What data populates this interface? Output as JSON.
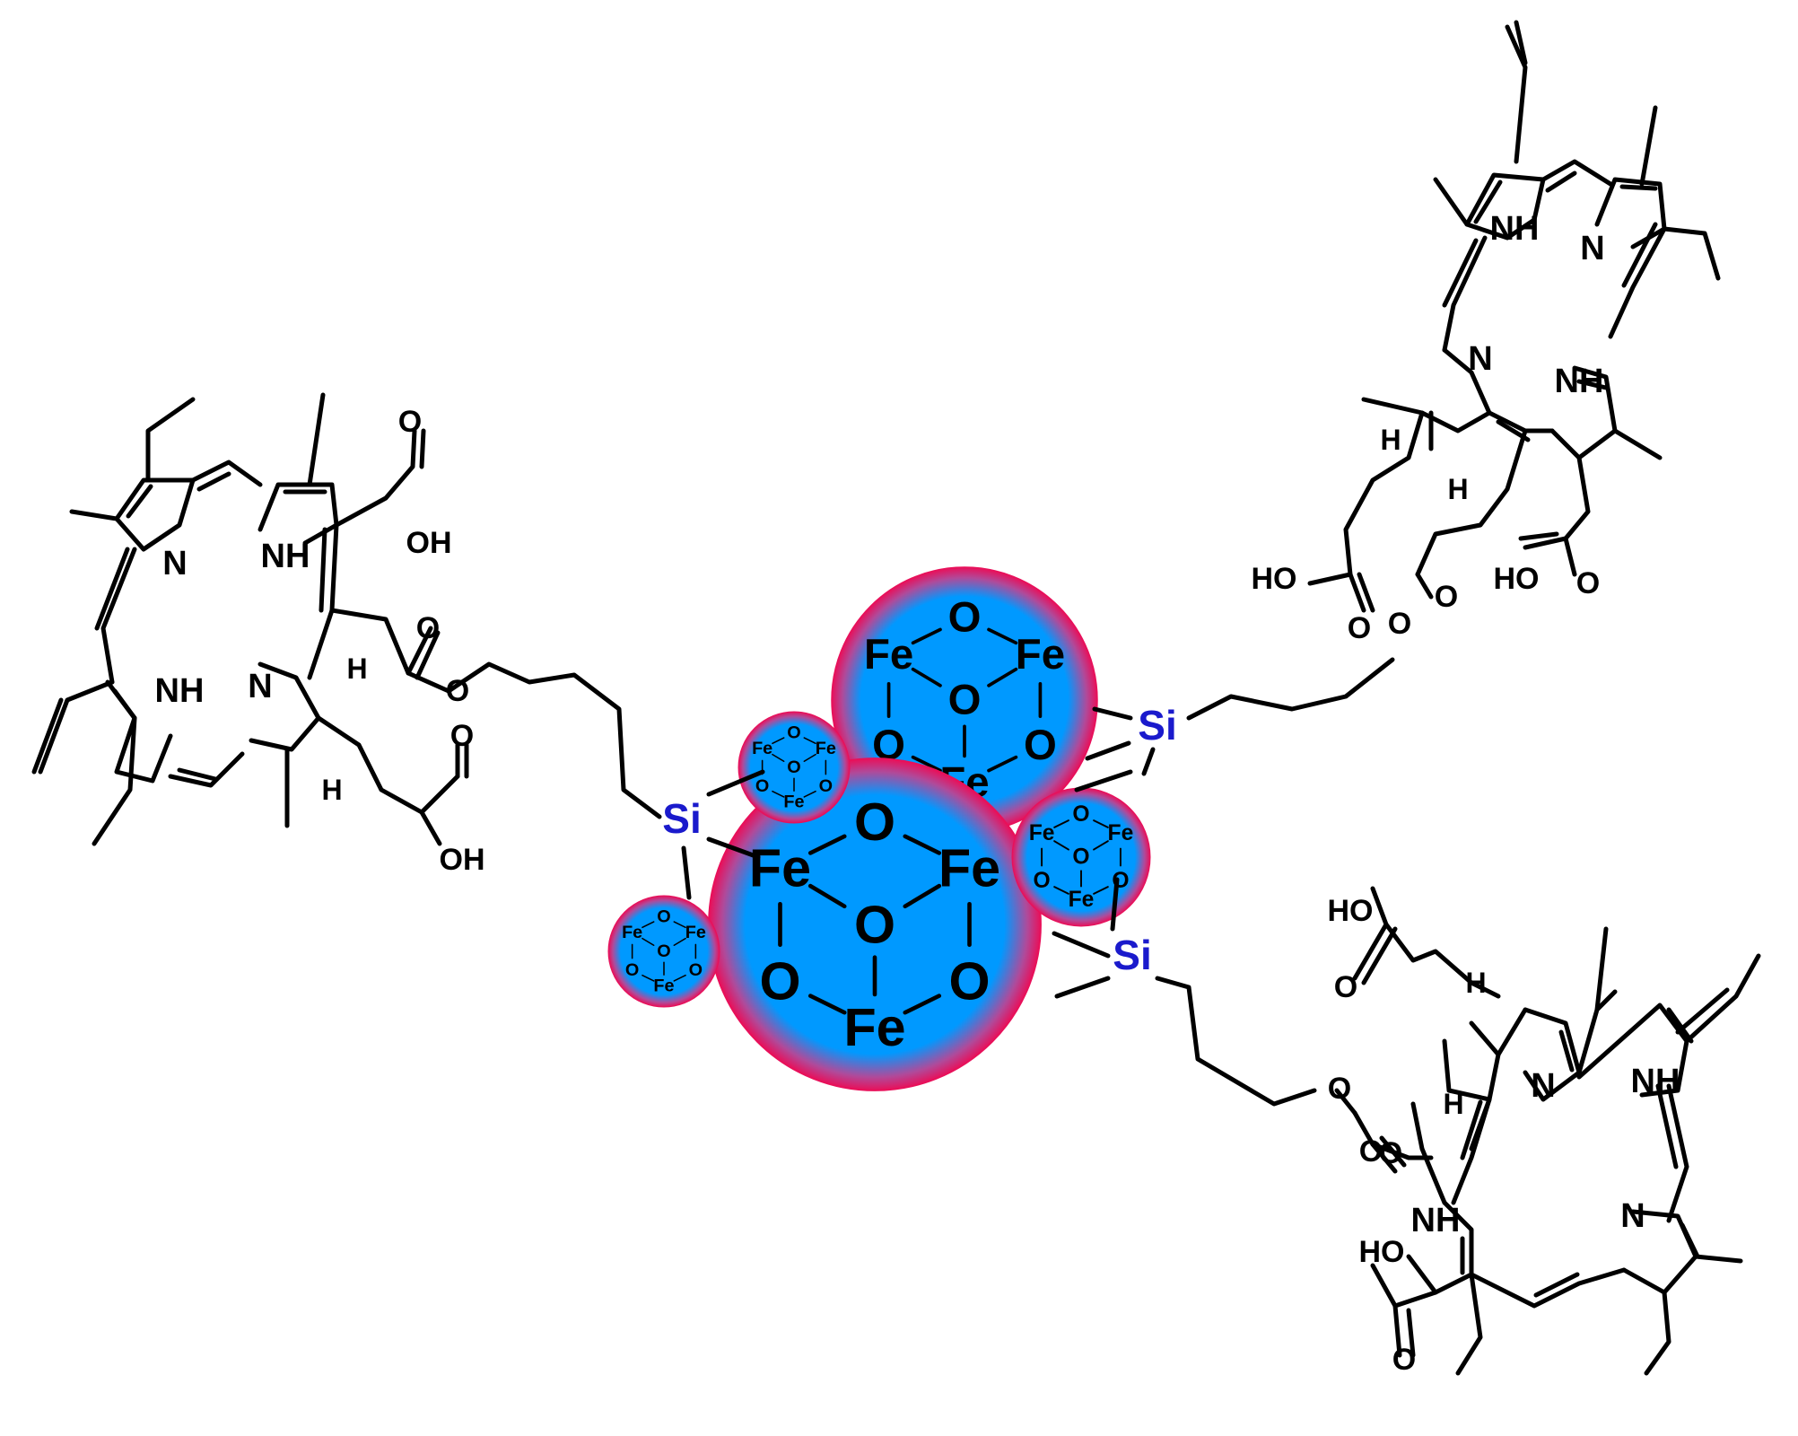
{
  "colors": {
    "bond": "#000000",
    "silicon": "#1a1acc",
    "cluster_core": "#0099ff",
    "cluster_rim": "#e8105a"
  },
  "labels": {
    "fe": "Fe",
    "o": "O",
    "si": "Si",
    "n": "N",
    "nh": "NH",
    "oh": "OH",
    "ho": "HO",
    "h": "H"
  }
}
